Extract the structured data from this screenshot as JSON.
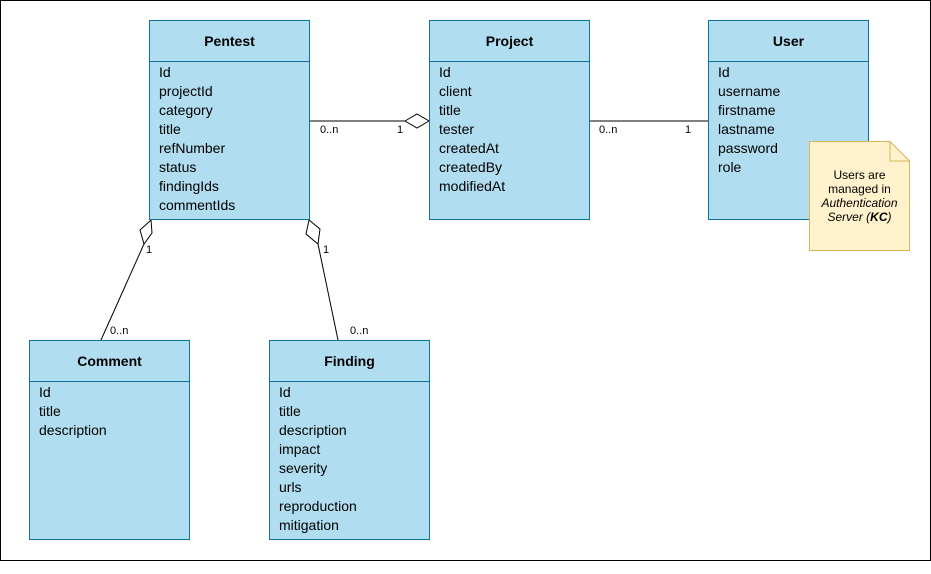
{
  "entities": {
    "pentest": {
      "title": "Pentest",
      "fields": [
        "Id",
        "projectId",
        "category",
        "title",
        "refNumber",
        "status",
        "findingIds",
        "commentIds"
      ]
    },
    "project": {
      "title": "Project",
      "fields": [
        "Id",
        "client",
        "title",
        "tester",
        "createdAt",
        "createdBy",
        "modifiedAt"
      ]
    },
    "user": {
      "title": "User",
      "fields": [
        "Id",
        "username",
        "firstname",
        "lastname",
        "password",
        "role"
      ]
    },
    "comment": {
      "title": "Comment",
      "fields": [
        "Id",
        "title",
        "description"
      ]
    },
    "finding": {
      "title": "Finding",
      "fields": [
        "Id",
        "title",
        "description",
        "impact",
        "severity",
        "urls",
        "reproduction",
        "mitigation"
      ]
    }
  },
  "multiplicities": {
    "pentest_project_pentest_side": "0..n",
    "pentest_project_project_side": "1",
    "project_user_project_side": "0..n",
    "project_user_user_side": "1",
    "pentest_comment_pentest_side": "1",
    "pentest_comment_comment_side": "0..n",
    "pentest_finding_pentest_side": "1",
    "pentest_finding_finding_side": "0..n"
  },
  "note": {
    "line1": "Users are",
    "line2": "managed in",
    "line3": "Authentication",
    "line4_prefix": "Server (",
    "line4_bold": "KC",
    "line4_suffix": ")"
  },
  "colors": {
    "entity_fill": "#b1ddf0",
    "entity_border": "#10739e",
    "note_fill": "#fff2cc",
    "note_border": "#d6b656",
    "line": "#000000"
  }
}
